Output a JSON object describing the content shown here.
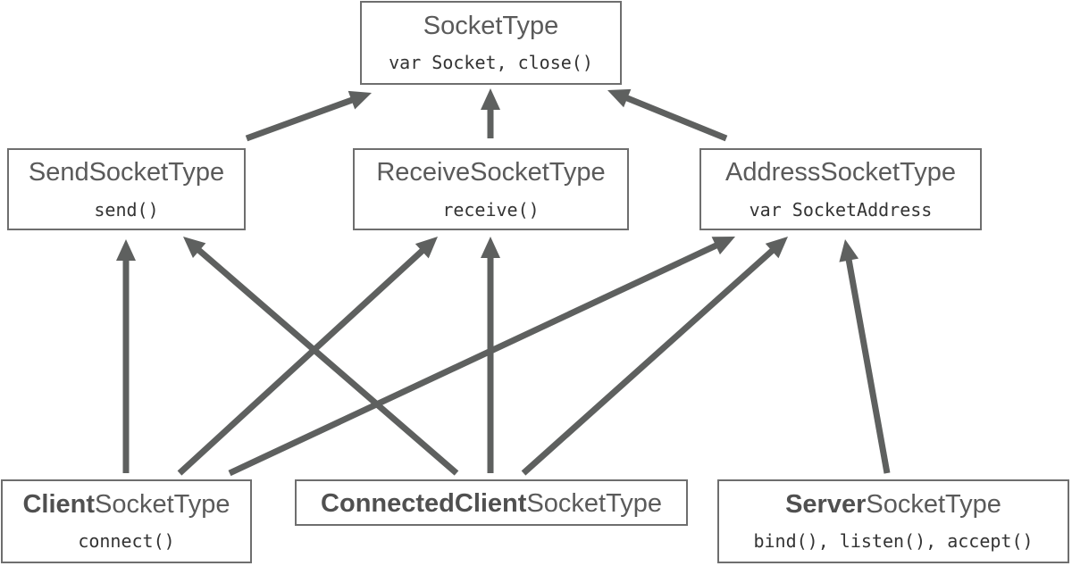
{
  "colors": {
    "arrow": "#5e605f",
    "border": "#6e6e6e",
    "title_text": "#5a5a5a",
    "member_text": "#333333"
  },
  "nodes": {
    "socket_type": {
      "title": "SocketType",
      "members": "var Socket, close()"
    },
    "send_socket_type": {
      "title": "SendSocketType",
      "members": "send()"
    },
    "receive_socket_type": {
      "title": "ReceiveSocketType",
      "members": "receive()"
    },
    "address_socket_type": {
      "title": "AddressSocketType",
      "members": "var SocketAddress"
    },
    "client_socket_type": {
      "title_bold": "Client",
      "title_rest": "SocketType",
      "members": "connect()"
    },
    "connected_client_socket_type": {
      "title_bold": "ConnectedClient",
      "title_rest": "SocketType"
    },
    "server_socket_type": {
      "title_bold": "Server",
      "title_rest": "SocketType",
      "members": "bind(), listen(), accept()"
    }
  },
  "edges": [
    {
      "from": "send_socket_type",
      "to": "socket_type"
    },
    {
      "from": "receive_socket_type",
      "to": "socket_type"
    },
    {
      "from": "address_socket_type",
      "to": "socket_type"
    },
    {
      "from": "client_socket_type",
      "to": "send_socket_type"
    },
    {
      "from": "client_socket_type",
      "to": "receive_socket_type"
    },
    {
      "from": "client_socket_type",
      "to": "address_socket_type"
    },
    {
      "from": "connected_client_socket_type",
      "to": "send_socket_type"
    },
    {
      "from": "connected_client_socket_type",
      "to": "receive_socket_type"
    },
    {
      "from": "connected_client_socket_type",
      "to": "address_socket_type"
    },
    {
      "from": "server_socket_type",
      "to": "address_socket_type"
    }
  ]
}
